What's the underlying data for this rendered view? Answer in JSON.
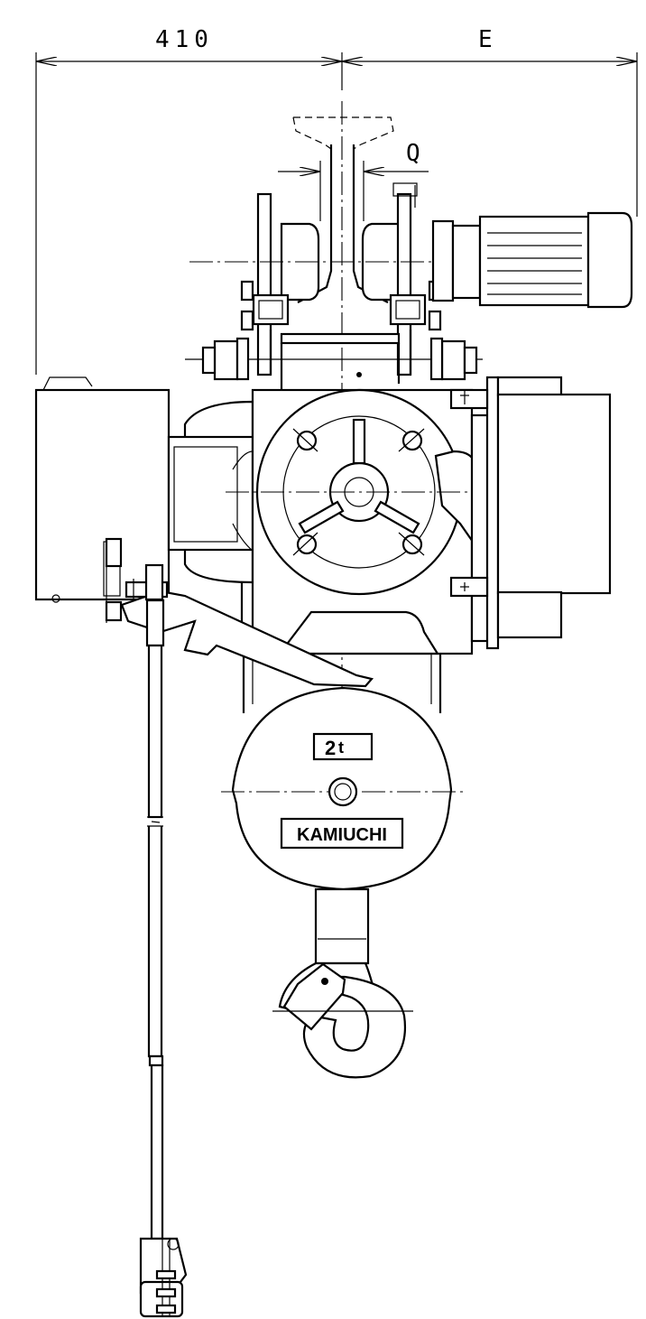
{
  "dimensions": {
    "left_width": "410",
    "right_width": "E",
    "flange_gap": "Q"
  },
  "plates": {
    "capacity_number": "2",
    "capacity_unit": "t",
    "brand": "KAMIUCHI"
  },
  "colors": {
    "line": "#000000",
    "background": "#ffffff"
  }
}
